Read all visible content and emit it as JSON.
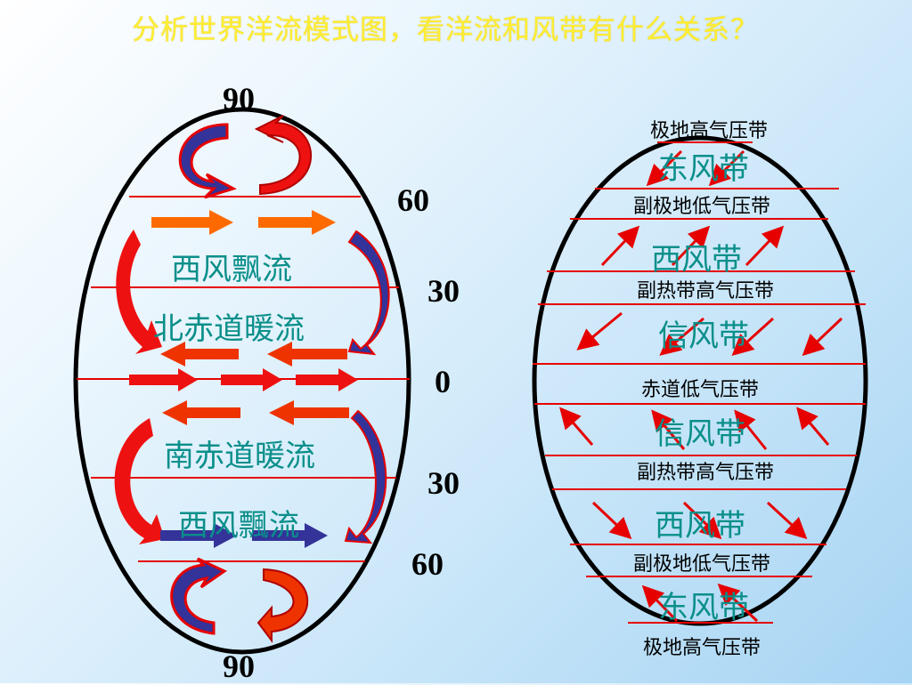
{
  "title": "分析世界洋流模式图，看洋流和风带有什么关系？",
  "latitudes": {
    "north_90": "90",
    "north_60": "60",
    "north_30": "30",
    "equator": "0",
    "south_30": "30",
    "south_60": "60",
    "south_90": "90"
  },
  "currents": {
    "north_westerly_drift": "西风飘流",
    "north_equatorial": "北赤道暖流",
    "south_equatorial": "南赤道暖流",
    "south_westerly_drift": "西风飄流"
  },
  "pressure_belts": {
    "north_polar_high": "极地高气压带",
    "north_subpolar_low": "副极地低气压带",
    "north_subtropical_high": "副热带高气压带",
    "equatorial_low": "赤道低气压带",
    "south_subtropical_high": "副热带高气压带",
    "south_subpolar_low": "副极地低气压带",
    "south_polar_high": "极地高气压带"
  },
  "wind_belts": {
    "north_polar_easterlies": "东风带",
    "north_westerlies": "西风带",
    "north_trades": "信风带",
    "south_trades": "信风带",
    "south_westerlies": "西风带",
    "south_polar_easterlies": "东风带"
  },
  "colors": {
    "title": "#ffee33",
    "lines": "#e60000",
    "label_teal": "#0a8f8a",
    "warm_current": "#ee1111",
    "cold_current": "#333399",
    "drift_orange": "#ff6a00"
  }
}
